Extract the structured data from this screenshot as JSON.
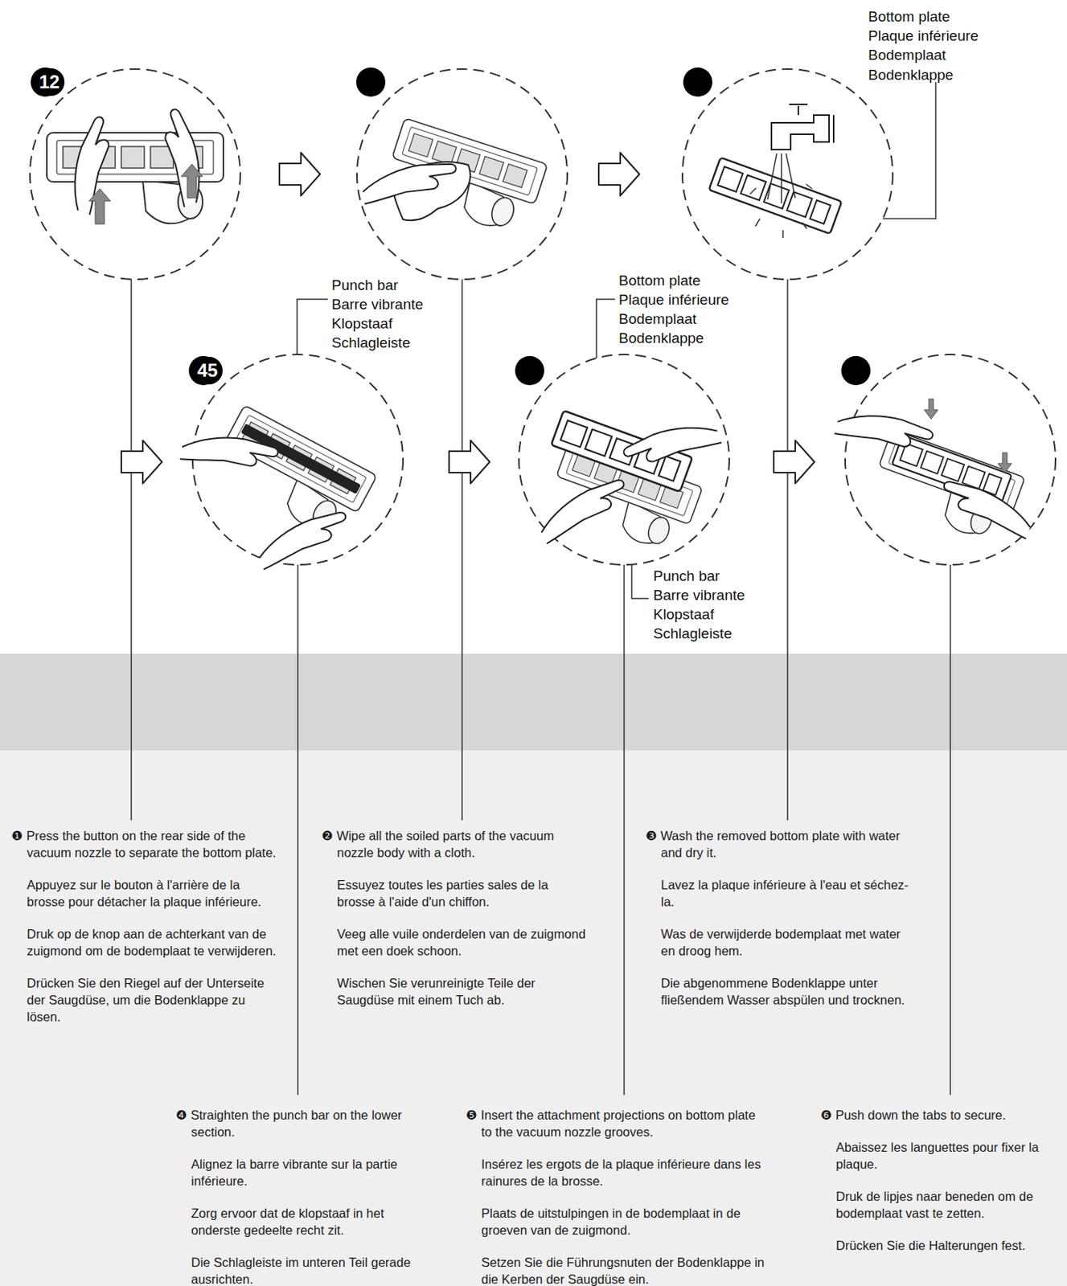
{
  "diagram": {
    "nodes": [
      {
        "text": [
          "❶ Press the button on the rear side of the vacuum nozzle to separate the bottom plate.",
          "Appuyez sur le bouton à l'arrière de la brosse pour détacher la plaque inférieure.",
          "Druk op de knop aan de achterkant van de zuigmond om de bodemplaat te verwijderen.",
          "Drücken Sie den Riegel auf der Unterseite der Saugdüse, um die Bodenklappe zu lösen."
        ]
      },
      {
        "text": [
          "❷ Wipe all the soiled parts of the vacuum nozzle body with a cloth.",
          "Essuyez toutes les parties sales de la brosse à l'aide d'un chiffon.",
          "Veeg alle vuile onderdelen van de zuigmond met een doek schoon.",
          "Wischen Sie verunreinigte Teile der Saugdüse mit einem Tuch ab."
        ]
      },
      {
        "text": [
          "❸ Wash the removed bottom plate with water and dry it.",
          "Lavez la plaque inférieure à l'eau et séchez-la.",
          "Was de verwijderde bodemplaat met water en droog hem.",
          "Die abgenommene Bodenklappe unter fließendem Wasser abspülen und trocknen."
        ]
      },
      {
        "text": [
          "❹ Straighten the punch bar on the lower section.",
          "Alignez la barre vibrante sur la partie inférieure.",
          "Zorg ervoor dat de klopstaaf in het onderste gedeelte recht zit.",
          "Die Schlagleiste im unteren Teil gerade ausrichten."
        ]
      },
      {
        "text": [
          "❺ Insert the attachment projections on bottom plate to the vacuum nozzle grooves.",
          "Insérez les ergots de la plaque inférieure dans les rainures de la brosse.",
          "Plaats de uitstulpingen in de bodemplaat in de groeven van de zuigmond.",
          "Setzen Sie die Führungsnuten der Bodenklappe in die Kerben der Saugdüse ein."
        ]
      },
      {
        "text": [
          "❻ Push down the tabs to secure.",
          "Abaissez les languettes pour fixer la plaque.",
          "Druk de lipjes naar beneden om de bodemplaat vast te zetten.",
          "Drücken Sie die Halterungen fest."
        ]
      }
    ],
    "labels": [
      "Bottom plate",
      "Plaque inférieure",
      "Bodemplaat",
      "Bodenklappe",
      "12",
      "Punch bar",
      "Barre vibrante",
      "Klopstaaf",
      "Schlagleiste",
      "Bottom plate",
      "Plaque inférieure",
      "Bodemplaat",
      "Bodenklappe",
      "45",
      "Punch bar",
      "Barre vibrante",
      "Klopstaaf",
      "Schlagleiste"
    ]
  }
}
